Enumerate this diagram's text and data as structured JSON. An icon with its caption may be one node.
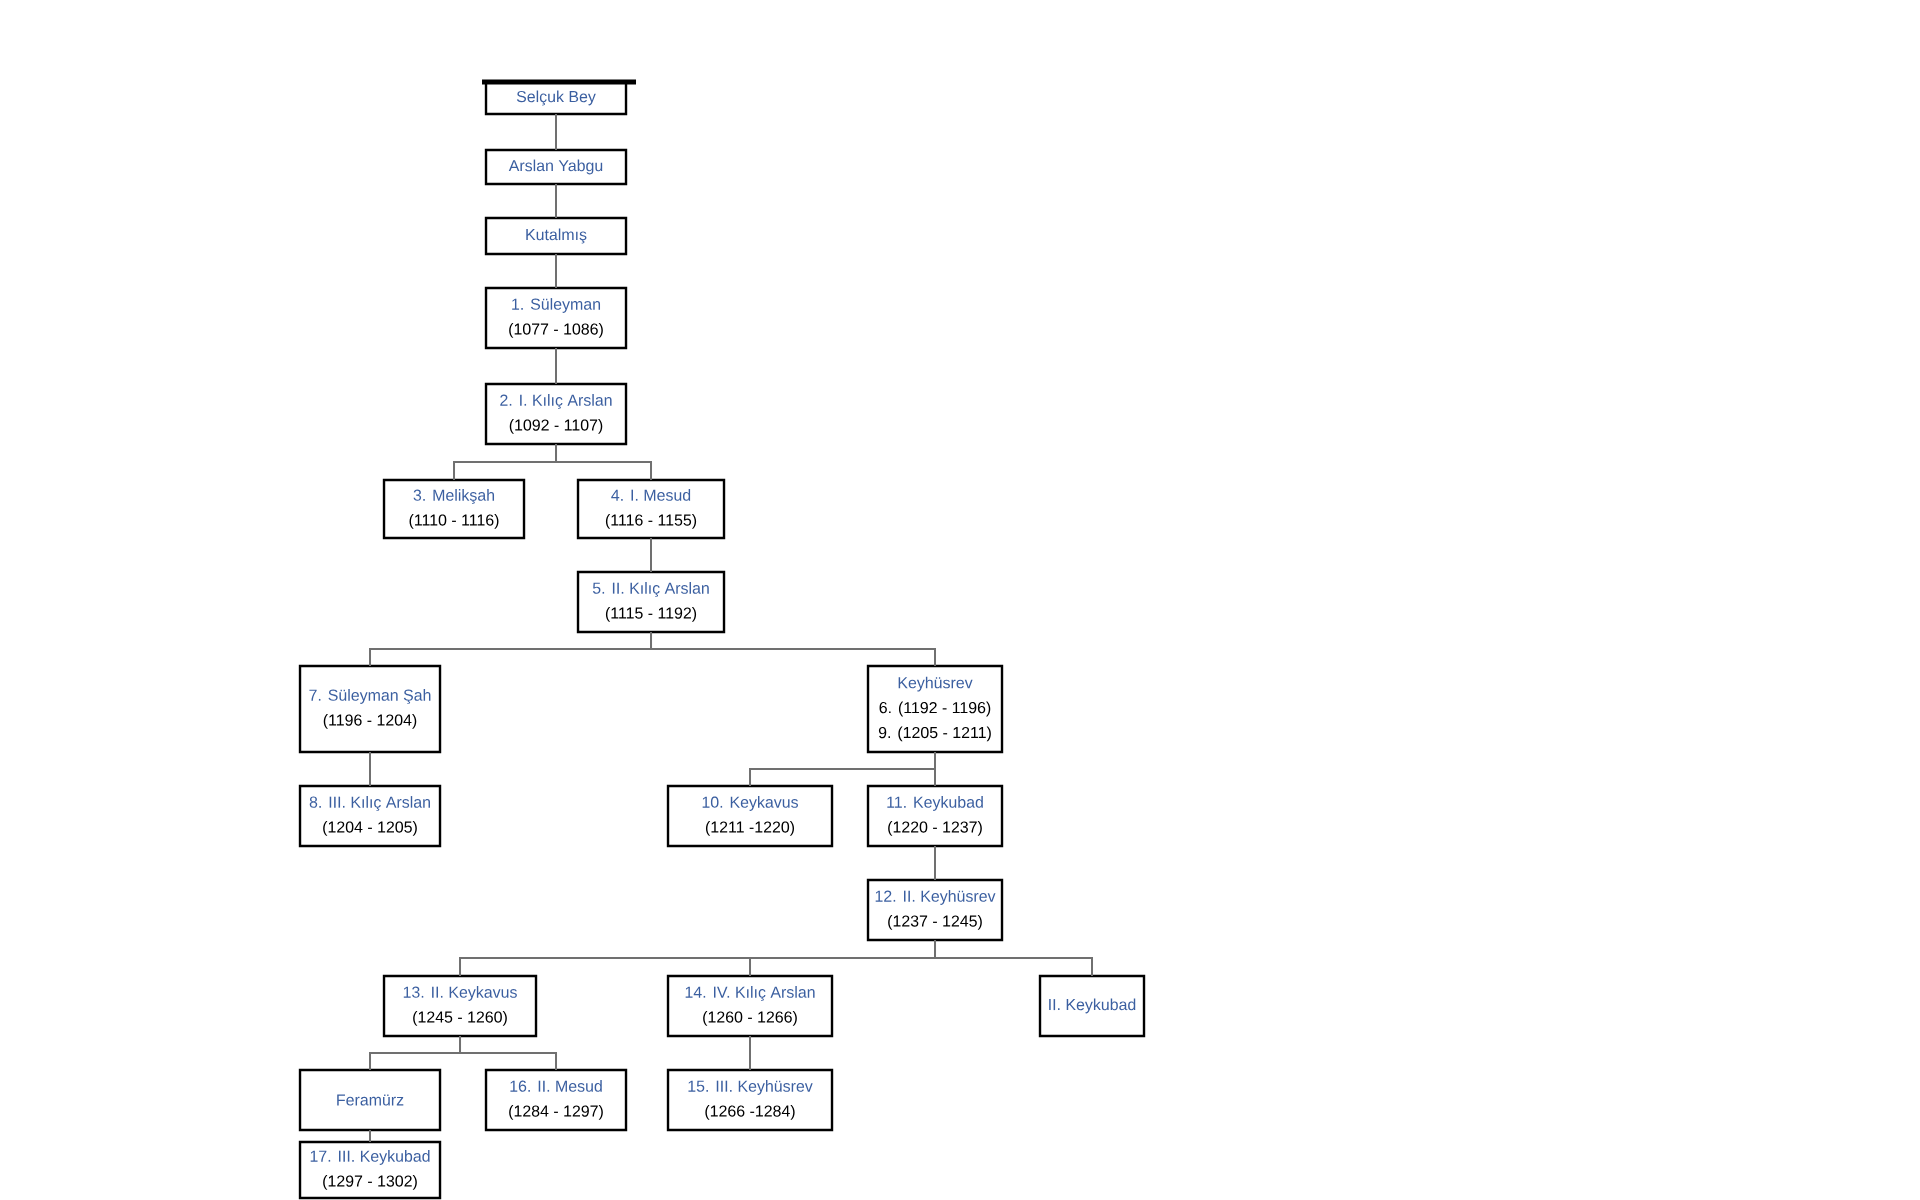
{
  "diagram": {
    "nodes": [
      {
        "text": [
          "Selçuk Bey"
        ]
      },
      {
        "text": [
          "Arslan Yabgu"
        ]
      },
      {
        "text": [
          "Kutalmış"
        ]
      },
      {
        "text": [
          "1. Süleyman",
          "(1077 - 1086)"
        ]
      },
      {
        "text": [
          "2. I. Kılıç Arslan",
          "(1092 - 1107)"
        ]
      },
      {
        "text": [
          "3. Melikşah",
          "(1110 - 1116)"
        ]
      },
      {
        "text": [
          "4. I. Mesud",
          "(1116 - 1155)"
        ]
      },
      {
        "text": [
          "5. II. Kılıç Arslan",
          "(1115 - 1192)"
        ]
      },
      {
        "text": [
          "7. Süleyman Şah",
          "(1196 - 1204)"
        ]
      },
      {
        "text": [
          "Keyhüsrev",
          "6. (1192 - 1196)",
          "9. (1205 - 1211)"
        ]
      },
      {
        "text": [
          "8. III. Kılıç Arslan",
          "(1204 - 1205)"
        ]
      },
      {
        "text": [
          "10. Keykavus",
          "(1211 -1220)"
        ]
      },
      {
        "text": [
          "11. Keykubad",
          "(1220 - 1237)"
        ]
      },
      {
        "text": [
          "12. II. Keyhüsrev",
          "(1237 - 1245)"
        ]
      },
      {
        "text": [
          "13. II. Keykavus",
          "(1245 - 1260)"
        ]
      },
      {
        "text": [
          "14. IV. Kılıç Arslan",
          "(1260 - 1266)"
        ]
      },
      {
        "text": [
          "II. Keykubad"
        ]
      },
      {
        "text": [
          "Feramürz"
        ]
      },
      {
        "text": [
          "16. II. Mesud",
          "(1284 - 1297)"
        ]
      },
      {
        "text": [
          "15. III. Keyhüsrev",
          "(1266 -1284)"
        ]
      },
      {
        "text": [
          "17. III. Keykubad",
          "(1297 - 1302)"
        ]
      }
    ],
    "edges": [
      {
        "from": 0,
        "to": 1,
        "arrow": "none"
      },
      {
        "from": 1,
        "to": 2,
        "arrow": "none"
      },
      {
        "from": 2,
        "to": 3,
        "arrow": "none"
      },
      {
        "from": 3,
        "to": 4,
        "arrow": "none"
      },
      {
        "from": 4,
        "to": 5,
        "arrow": "none"
      },
      {
        "from": 4,
        "to": 6,
        "arrow": "none"
      },
      {
        "from": 6,
        "to": 7,
        "arrow": "none"
      },
      {
        "from": 7,
        "to": 8,
        "arrow": "none"
      },
      {
        "from": 7,
        "to": 9,
        "arrow": "none"
      },
      {
        "from": 8,
        "to": 10,
        "arrow": "none"
      },
      {
        "from": 9,
        "to": 11,
        "arrow": "none"
      },
      {
        "from": 9,
        "to": 12,
        "arrow": "none"
      },
      {
        "from": 12,
        "to": 13,
        "arrow": "none"
      },
      {
        "from": 13,
        "to": 14,
        "arrow": "none"
      },
      {
        "from": 13,
        "to": 15,
        "arrow": "none"
      },
      {
        "from": 13,
        "to": 16,
        "arrow": "none"
      },
      {
        "from": 14,
        "to": 17,
        "arrow": "none"
      },
      {
        "from": 14,
        "to": 18,
        "arrow": "none"
      },
      {
        "from": 15,
        "to": 19,
        "arrow": "none"
      },
      {
        "from": 17,
        "to": 20,
        "arrow": "none"
      }
    ]
  }
}
